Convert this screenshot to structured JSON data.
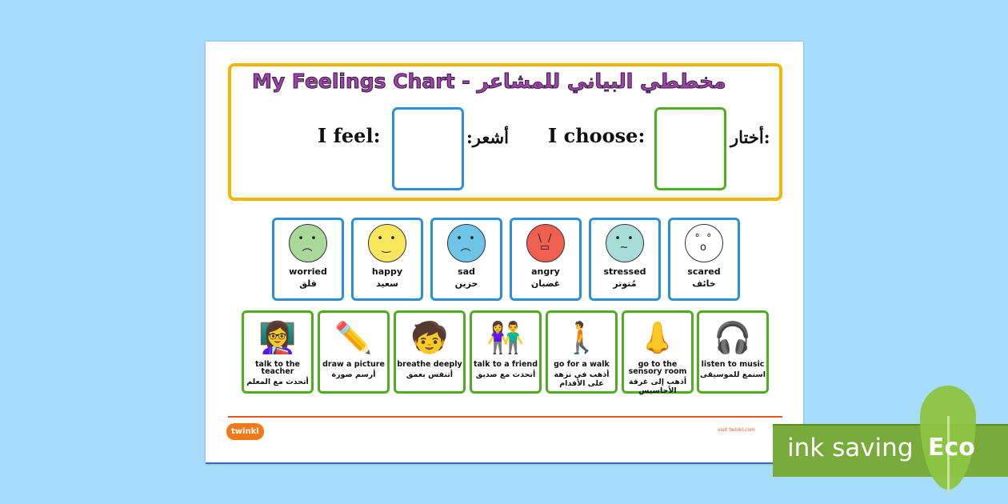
{
  "header": {
    "title": "My Feelings Chart - مخططي البياني للمشاعر",
    "i_feel": "I feel:",
    "i_feel_ar": "أشعر:",
    "i_choose": "I choose:",
    "i_choose_ar": "أختار:"
  },
  "feelings": [
    {
      "en": "worried",
      "ar": "قلق",
      "color": "#a8d89a",
      "face": "• •\n︵"
    },
    {
      "en": "happy",
      "ar": "سعيد",
      "color": "#f8e65e",
      "face": "• •\n‿"
    },
    {
      "en": "sad",
      "ar": "حزين",
      "color": "#6ec5e8",
      "face": "• •\n︵"
    },
    {
      "en": "angry",
      "ar": "غضبان",
      "color": "#f06050",
      "face": "\\ /\n▭"
    },
    {
      "en": "stressed",
      "ar": "مُتوتر",
      "color": "#a8dcd8",
      "face": "• •\n~"
    },
    {
      "en": "scared",
      "ar": "خائف",
      "color": "#ffffff",
      "face": "° °\no"
    }
  ],
  "strategies": [
    {
      "en": "talk to the teacher",
      "ar": "أتحدث مع المعلم",
      "icon": "👩‍🏫"
    },
    {
      "en": "draw a picture",
      "ar": "أرسم صورة",
      "icon": "✏️"
    },
    {
      "en": "breathe deeply",
      "ar": "أتنفس بعمق",
      "icon": "🧒"
    },
    {
      "en": "talk to a friend",
      "ar": "أتحدث مع صديق",
      "icon": "👫"
    },
    {
      "en": "go for a walk",
      "ar": "أذهب في نزهة على الأقدام",
      "icon": "🚶"
    },
    {
      "en": "go to the sensory room",
      "ar": "أذهب إلى غرفة الأحاسيس",
      "icon": "👃"
    },
    {
      "en": "listen to music",
      "ar": "استمع للموسيقى",
      "icon": "🎧"
    }
  ],
  "footer": {
    "logo": "twinkl",
    "visit": "visit twinkl.com"
  },
  "badge": {
    "ink": "ink saving",
    "eco": "Eco"
  }
}
